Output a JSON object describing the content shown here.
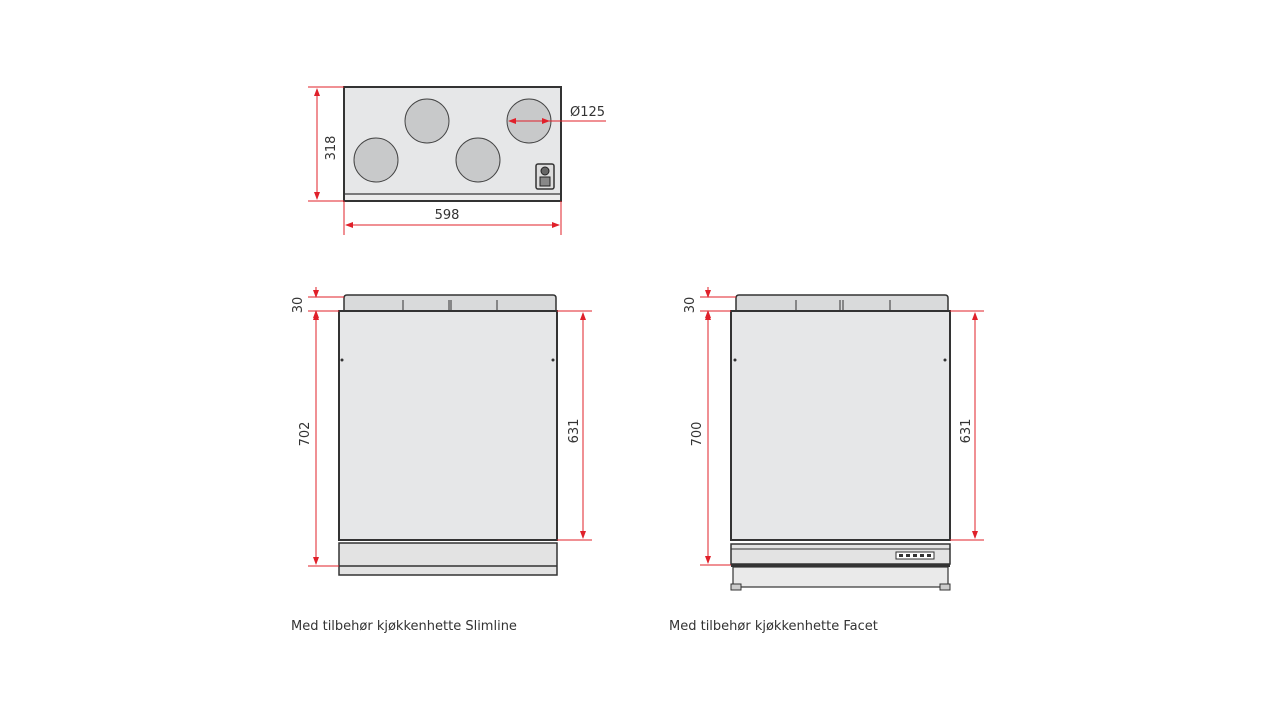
{
  "top_view": {
    "depth": "318",
    "width": "598",
    "duct_diameter": "Ø125"
  },
  "slimline_view": {
    "lid_height": "30",
    "total_height": "702",
    "body_height": "631",
    "caption": "Med tilbehør kjøkkenhette Slimline"
  },
  "facet_view": {
    "lid_height": "30",
    "total_height": "700",
    "body_height": "631",
    "caption": "Med tilbehør kjøkkenhette Facet"
  },
  "colors": {
    "dimension": "#e0202a",
    "panel": "#e6e7e8",
    "circle": "#c8c9ca",
    "outline": "#333333"
  }
}
